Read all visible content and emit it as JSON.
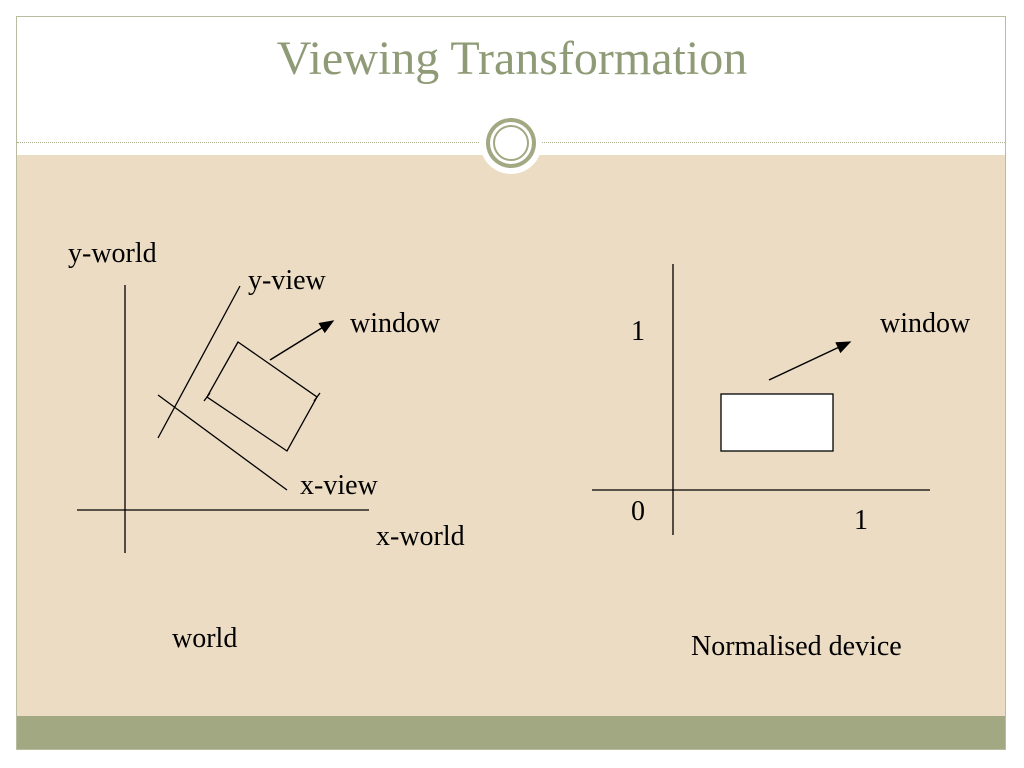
{
  "slide": {
    "title": "Viewing Transformation"
  },
  "world_diagram": {
    "y_world_label": "y-world",
    "y_view_label": "y-view",
    "window_label": "window",
    "x_view_label": "x-view",
    "x_world_label": "x-world",
    "caption": "world"
  },
  "device_diagram": {
    "y_tick_label": "1",
    "window_label": "window",
    "origin_label": "0",
    "x_tick_label": "1",
    "caption": "Normalised device"
  },
  "colors": {
    "title": "#8f9a76",
    "content_background": "#ebdcc3",
    "footer_bar": "#a2a882",
    "window_fill": "#ffffff"
  }
}
